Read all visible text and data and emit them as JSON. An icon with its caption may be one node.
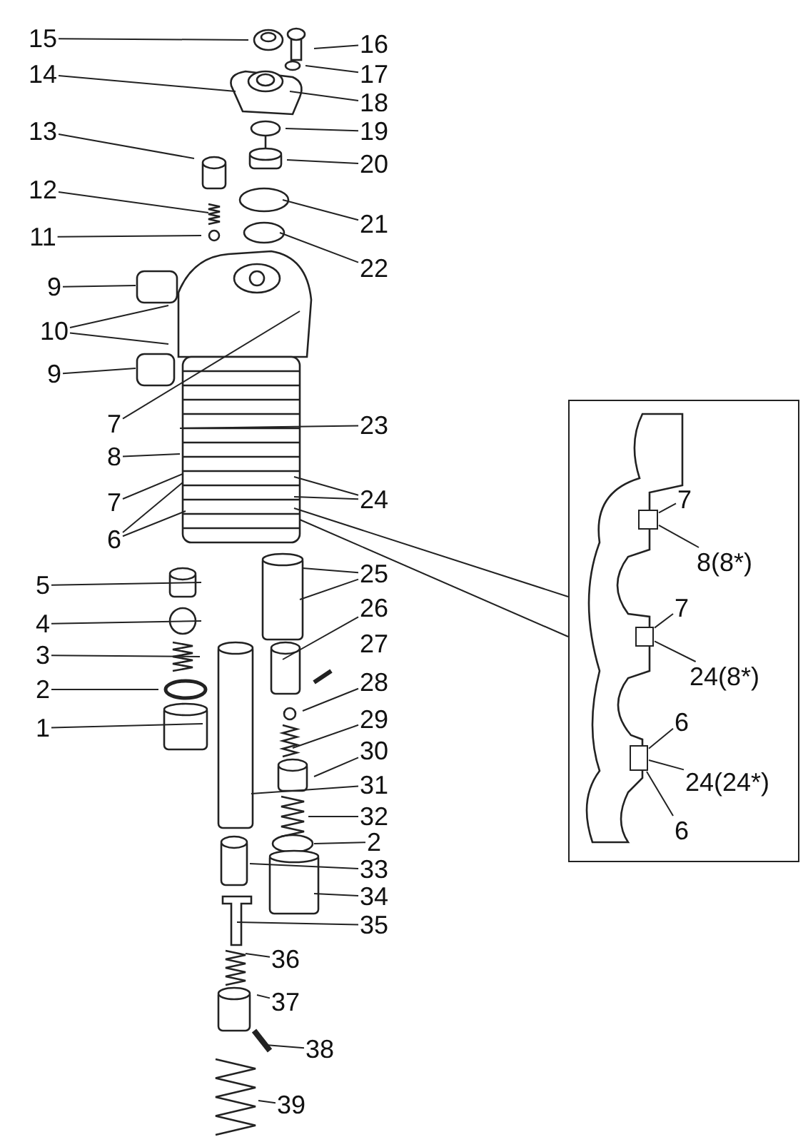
{
  "diagram": {
    "nodes": [
      {
        "text": [
          "15"
        ]
      },
      {
        "text": [
          "16"
        ]
      },
      {
        "text": [
          "14"
        ]
      },
      {
        "text": [
          "17"
        ]
      },
      {
        "text": [
          "18"
        ]
      },
      {
        "text": [
          "19"
        ]
      },
      {
        "text": [
          "13"
        ]
      },
      {
        "text": [
          "20"
        ]
      },
      {
        "text": [
          "12"
        ]
      },
      {
        "text": [
          "21"
        ]
      },
      {
        "text": [
          "11"
        ]
      },
      {
        "text": [
          "22"
        ]
      },
      {
        "text": [
          "9"
        ]
      },
      {
        "text": [
          "10"
        ]
      },
      {
        "text": [
          "9"
        ]
      },
      {
        "text": [
          "7"
        ]
      },
      {
        "text": [
          "23"
        ]
      },
      {
        "text": [
          "8"
        ]
      },
      {
        "text": [
          "7"
        ]
      },
      {
        "text": [
          "24"
        ]
      },
      {
        "text": [
          "6"
        ]
      },
      {
        "text": [
          "5"
        ]
      },
      {
        "text": [
          "25"
        ]
      },
      {
        "text": [
          "4"
        ]
      },
      {
        "text": [
          "26"
        ]
      },
      {
        "text": [
          "3"
        ]
      },
      {
        "text": [
          "27"
        ]
      },
      {
        "text": [
          "2"
        ]
      },
      {
        "text": [
          "28"
        ]
      },
      {
        "text": [
          "1"
        ]
      },
      {
        "text": [
          "29"
        ]
      },
      {
        "text": [
          "30"
        ]
      },
      {
        "text": [
          "31"
        ]
      },
      {
        "text": [
          "32"
        ]
      },
      {
        "text": [
          "2"
        ]
      },
      {
        "text": [
          "33"
        ]
      },
      {
        "text": [
          "34"
        ]
      },
      {
        "text": [
          "35"
        ]
      },
      {
        "text": [
          "36"
        ]
      },
      {
        "text": [
          "37"
        ]
      },
      {
        "text": [
          "38"
        ]
      },
      {
        "text": [
          "39"
        ]
      },
      {
        "text": [],
        "shape": "box"
      },
      {
        "text": [
          "7"
        ],
        "in": 42
      },
      {
        "text": [
          "8(8*)"
        ],
        "in": 42
      },
      {
        "text": [
          "7"
        ],
        "in": 42
      },
      {
        "text": [
          "24(8*)"
        ],
        "in": 42
      },
      {
        "text": [
          "6"
        ],
        "in": 42
      },
      {
        "text": [
          "24(24*)"
        ],
        "in": 42
      },
      {
        "text": [
          "6"
        ],
        "in": 42
      },
      {
        "text": [],
        "shape": "box",
        "in": 42
      },
      {
        "text": [],
        "shape": "box",
        "in": 42
      },
      {
        "text": [],
        "shape": "box",
        "in": 42
      }
    ],
    "edges": [
      {
        "from": 0,
        "to": null,
        "arrow": "none"
      },
      {
        "from": 1,
        "to": null,
        "arrow": "none"
      },
      {
        "from": 2,
        "to": null,
        "arrow": "none"
      },
      {
        "from": 3,
        "to": null,
        "arrow": "none"
      },
      {
        "from": 4,
        "to": null,
        "arrow": "none"
      },
      {
        "from": 5,
        "to": null,
        "arrow": "none"
      },
      {
        "from": 6,
        "to": null,
        "arrow": "none"
      },
      {
        "from": 7,
        "to": null,
        "arrow": "none"
      },
      {
        "from": 8,
        "to": null,
        "arrow": "none"
      },
      {
        "from": 9,
        "to": null,
        "arrow": "none"
      },
      {
        "from": 10,
        "to": null,
        "arrow": "none"
      },
      {
        "from": 11,
        "to": null,
        "arrow": "none"
      },
      {
        "from": 12,
        "to": null,
        "arrow": "none"
      },
      {
        "from": 13,
        "to": null,
        "arrow": "none"
      },
      {
        "from": 13,
        "to": null,
        "arrow": "none"
      },
      {
        "from": 14,
        "to": null,
        "arrow": "none"
      },
      {
        "from": 15,
        "to": null,
        "arrow": "none"
      },
      {
        "from": 16,
        "to": null,
        "arrow": "none"
      },
      {
        "from": 17,
        "to": null,
        "arrow": "none"
      },
      {
        "from": 18,
        "to": null,
        "arrow": "none"
      },
      {
        "from": 19,
        "to": null,
        "arrow": "none"
      },
      {
        "from": 19,
        "to": null,
        "arrow": "none"
      },
      {
        "from": 20,
        "to": null,
        "arrow": "none"
      },
      {
        "from": 20,
        "to": null,
        "arrow": "none"
      },
      {
        "from": 21,
        "to": null,
        "arrow": "none"
      },
      {
        "from": 22,
        "to": null,
        "arrow": "none"
      },
      {
        "from": 22,
        "to": null,
        "arrow": "none"
      },
      {
        "from": 23,
        "to": null,
        "arrow": "none"
      },
      {
        "from": 24,
        "to": null,
        "arrow": "none"
      },
      {
        "from": 25,
        "to": null,
        "arrow": "none"
      },
      {
        "from": 27,
        "to": null,
        "arrow": "none"
      },
      {
        "from": 28,
        "to": null,
        "arrow": "none"
      },
      {
        "from": 29,
        "to": null,
        "arrow": "none"
      },
      {
        "from": 30,
        "to": null,
        "arrow": "none"
      },
      {
        "from": 31,
        "to": null,
        "arrow": "none"
      },
      {
        "from": 32,
        "to": null,
        "arrow": "none"
      },
      {
        "from": 33,
        "to": null,
        "arrow": "none"
      },
      {
        "from": 34,
        "to": null,
        "arrow": "none"
      },
      {
        "from": 35,
        "to": null,
        "arrow": "none"
      },
      {
        "from": 36,
        "to": null,
        "arrow": "none"
      },
      {
        "from": 37,
        "to": null,
        "arrow": "none"
      },
      {
        "from": 38,
        "to": null,
        "arrow": "none"
      },
      {
        "from": 39,
        "to": null,
        "arrow": "none"
      },
      {
        "from": 40,
        "to": null,
        "arrow": "none"
      },
      {
        "from": 41,
        "to": null,
        "arrow": "none"
      },
      {
        "from": null,
        "to": 42,
        "arrow": "none"
      },
      {
        "from": null,
        "to": 42,
        "arrow": "none"
      },
      {
        "from": 43,
        "to": 50,
        "arrow": "none"
      },
      {
        "from": 44,
        "to": 50,
        "arrow": "none"
      },
      {
        "from": 45,
        "to": 51,
        "arrow": "none"
      },
      {
        "from": 46,
        "to": 51,
        "arrow": "none"
      },
      {
        "from": 47,
        "to": 52,
        "arrow": "none"
      },
      {
        "from": 48,
        "to": 52,
        "arrow": "none"
      },
      {
        "from": 49,
        "to": 52,
        "arrow": "none"
      }
    ]
  }
}
